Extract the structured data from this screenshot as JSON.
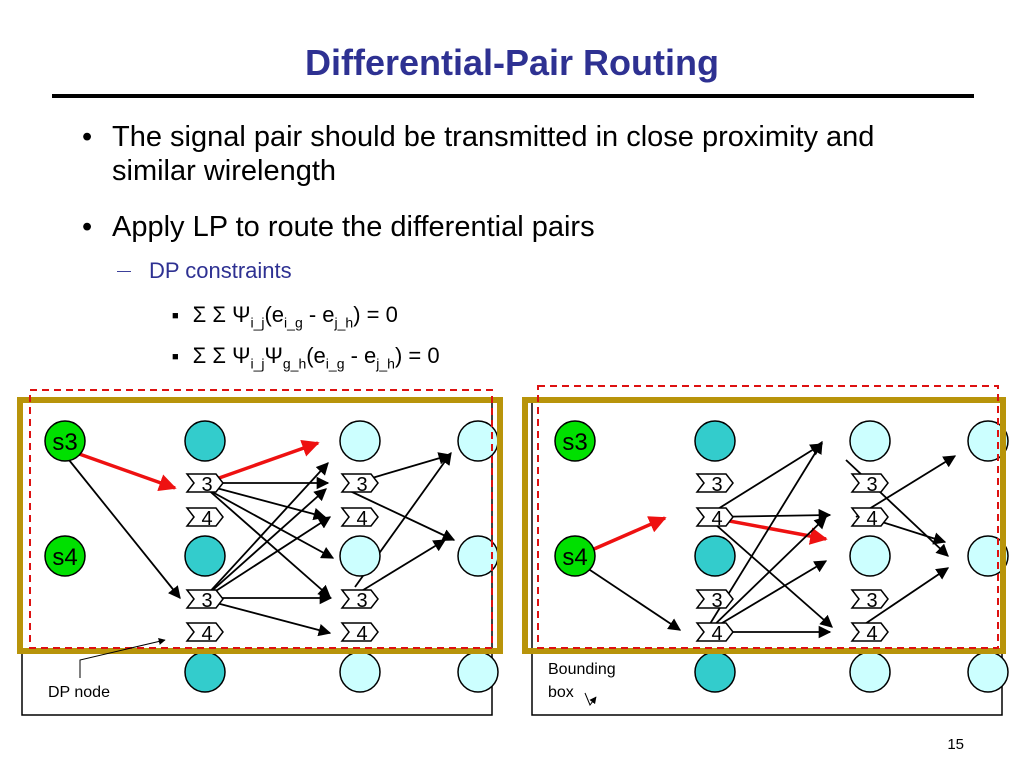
{
  "slide": {
    "title": "Differential-Pair Routing",
    "bullets": [
      {
        "text": "The signal pair should be transmitted in close proximity and similar wirelength"
      },
      {
        "text": "Apply LP to route the differential pairs"
      }
    ],
    "sub_bullet": "DP constraints",
    "constraints": [
      {
        "prefix": "Σ Σ Ψ",
        "parts": [
          {
            "t": "",
            "s": "i_j"
          },
          {
            "t": "(e",
            "s": "i_g"
          },
          {
            "t": " - e",
            "s": "j_h"
          },
          {
            "t": ") = 0",
            "s": ""
          }
        ]
      },
      {
        "prefix": "Σ Σ Ψ",
        "parts": [
          {
            "t": "",
            "s": "i_j"
          },
          {
            "t": "Ψ",
            "s": "g_h"
          },
          {
            "t": "(e",
            "s": "i_g"
          },
          {
            "t": " - e",
            "s": "j_h"
          },
          {
            "t": ") = 0",
            "s": ""
          }
        ]
      }
    ],
    "page_number": "15",
    "colors": {
      "title": "#2e3192",
      "source_node": "#00e000",
      "dp_node": "#33cccc",
      "light_node": "#ccffff",
      "highlight_edge": "#ee1111",
      "bounding_box": "#b8940a",
      "dashed_box": "#dd1111"
    }
  },
  "diagram_left": {
    "source_labels": [
      "s3",
      "s4"
    ],
    "dp_labels": [
      "3",
      "4",
      "3",
      "4"
    ],
    "mid_dp_labels": [
      "3",
      "4",
      "3",
      "4"
    ],
    "callout": "DP node"
  },
  "diagram_right": {
    "source_labels": [
      "s3",
      "s4"
    ],
    "dp_labels": [
      "3",
      "4",
      "3",
      "4"
    ],
    "mid_dp_labels": [
      "3",
      "4",
      "3",
      "4"
    ],
    "callout_line1": "Bounding",
    "callout_line2": "box"
  }
}
